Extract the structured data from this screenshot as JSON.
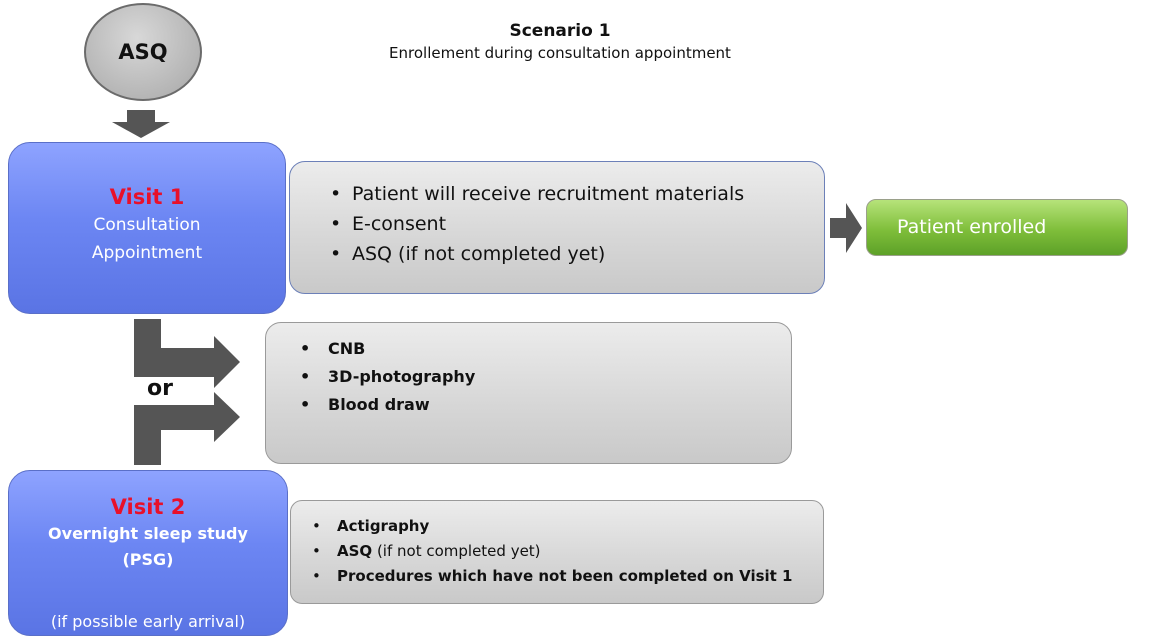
{
  "header": {
    "title": "Scenario 1",
    "subtitle": "Enrollement during consultation appointment"
  },
  "asq": {
    "label": "ASQ"
  },
  "visit1": {
    "title": "Visit 1",
    "line1": "Consultation",
    "line2": "Appointment"
  },
  "visit1_details": {
    "items": [
      "Patient will receive recruitment materials",
      "E-consent",
      "ASQ (if not completed yet)"
    ]
  },
  "outcome": {
    "label": "Patient enrolled"
  },
  "branch": {
    "or_label": "or"
  },
  "procedures": {
    "items": [
      "CNB",
      "3D-photography",
      "Blood draw"
    ]
  },
  "visit2": {
    "title": "Visit 2",
    "line1": "Overnight sleep study",
    "line2": "(PSG)",
    "note": "(if possible early arrival)"
  },
  "visit2_details": {
    "item1": "Actigraphy",
    "item2_bold": "ASQ",
    "item2_rest": " (if not completed yet)",
    "item3": "Procedures which have not been completed on Visit 1"
  },
  "colors": {
    "visit_blue": "#6c86f3",
    "visit_title_red": "#e8102a",
    "enrolled_green": "#7fbe3a",
    "arrow_gray": "#555555"
  }
}
